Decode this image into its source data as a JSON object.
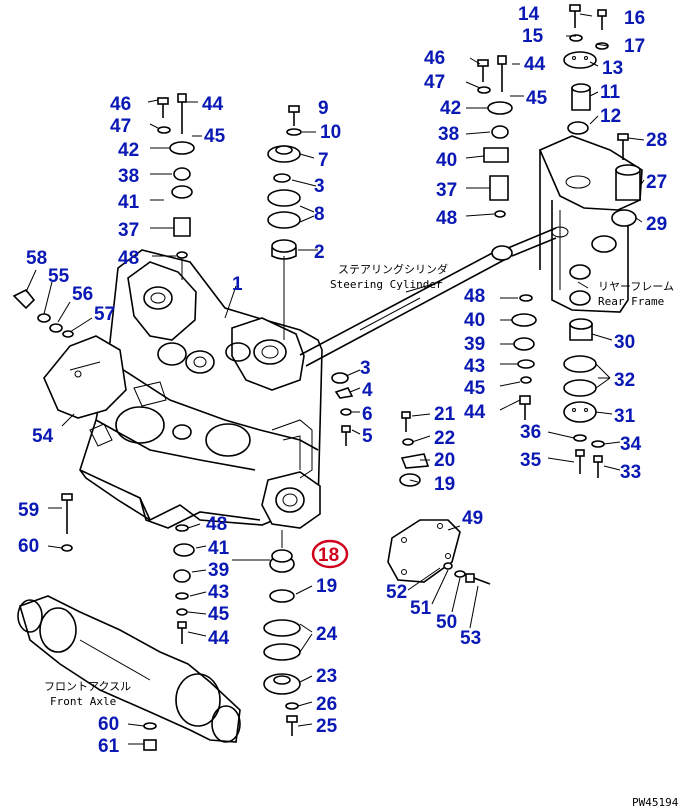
{
  "accent_color": "#0a18b4",
  "highlight_color": "#d0001c",
  "highlighted_callout": "18",
  "captions": {
    "steering_jp": "ステアリングシリンダ",
    "steering_en": "Steering Cylinder",
    "rear_jp": "リヤーフレーム",
    "rear_en": "Rear Frame",
    "front_jp": "フロントアクスル",
    "front_en": "Front Axle"
  },
  "drawing_code": "PW45194",
  "callouts": [
    "14",
    "16",
    "15",
    "17",
    "13",
    "46",
    "44",
    "47",
    "45",
    "42",
    "11",
    "12",
    "38",
    "28",
    "40",
    "27",
    "37",
    "48",
    "29",
    "9",
    "10",
    "7",
    "3",
    "8",
    "2",
    "1",
    "58",
    "55",
    "56",
    "57",
    "54",
    "48",
    "40",
    "39",
    "43",
    "45",
    "44",
    "3",
    "4",
    "6",
    "5",
    "30",
    "32",
    "31",
    "34",
    "33",
    "36",
    "35",
    "21",
    "22",
    "20",
    "19",
    "59",
    "60",
    "48",
    "41",
    "39",
    "43",
    "45",
    "44",
    "49",
    "52",
    "51",
    "50",
    "53",
    "19",
    "24",
    "23",
    "26",
    "25",
    "60",
    "61",
    "46",
    "44",
    "47",
    "45",
    "42",
    "38",
    "41",
    "37",
    "48",
    "18"
  ],
  "icons": [
    "pin-icon",
    "bolt-icon",
    "washer-icon",
    "bushing-icon",
    "shim-icon",
    "plate-icon",
    "cover-icon"
  ]
}
